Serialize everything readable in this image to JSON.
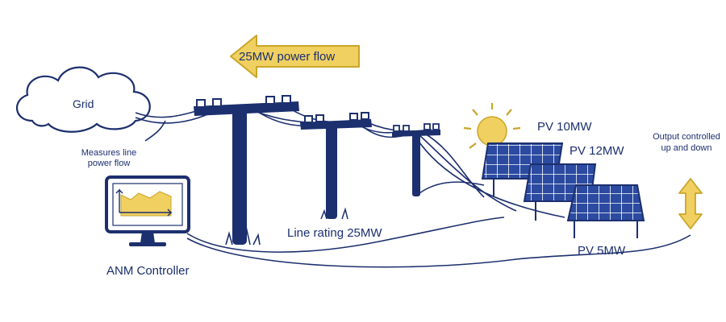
{
  "labels": {
    "grid": "Grid",
    "measures": "Measures line power flow",
    "anm_controller": "ANM Controller",
    "line_rating": "Line rating 25MW",
    "power_flow": "25MW power flow",
    "pv10": "PV 10MW",
    "pv12": "PV 12MW",
    "pv5": "PV 5MW",
    "output": "Output controlled up and down"
  },
  "colors": {
    "ink": "#1c2f6e",
    "accent": "#f0d060",
    "accent_stroke": "#c9a528",
    "panel": "#2b4aa0"
  },
  "icons": [
    "cloud-icon",
    "monitor-icon",
    "power-pole-icon",
    "sun-icon",
    "solar-panel-icon",
    "arrow-icon",
    "double-arrow-icon"
  ]
}
